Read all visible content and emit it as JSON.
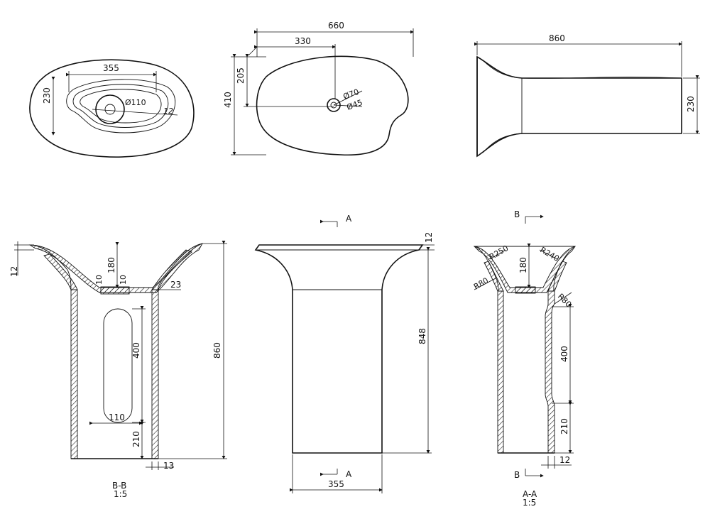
{
  "top_views": {
    "plan": {
      "d355": "355",
      "d230": "230",
      "dia110": "Ø110",
      "d12": "12"
    },
    "basin": {
      "d660": "660",
      "d330": "330",
      "d205": "205",
      "d410": "410",
      "dia70": "Ø70",
      "dia45": "Ø45"
    },
    "side": {
      "d860": "860",
      "d230": "230"
    }
  },
  "section_bb": {
    "d12": "12",
    "d180": "180",
    "d10a": "10",
    "d10b": "10",
    "d23": "23",
    "d400": "400",
    "d110": "110",
    "d210": "210",
    "d860": "860",
    "d13": "13",
    "label": "B-B",
    "scale": "1:5"
  },
  "front_view": {
    "d12": "12",
    "d848": "848",
    "d355": "355",
    "markA_top": "A",
    "markA_bottom": "A"
  },
  "section_aa": {
    "markB_top": "B",
    "markB_bottom": "B",
    "r250": "R250",
    "r240": "R240",
    "r80a": "R80",
    "r80b": "R80",
    "d180": "180",
    "d400": "400",
    "d210": "210",
    "d12": "12",
    "label": "A-A",
    "scale": "1:5"
  }
}
